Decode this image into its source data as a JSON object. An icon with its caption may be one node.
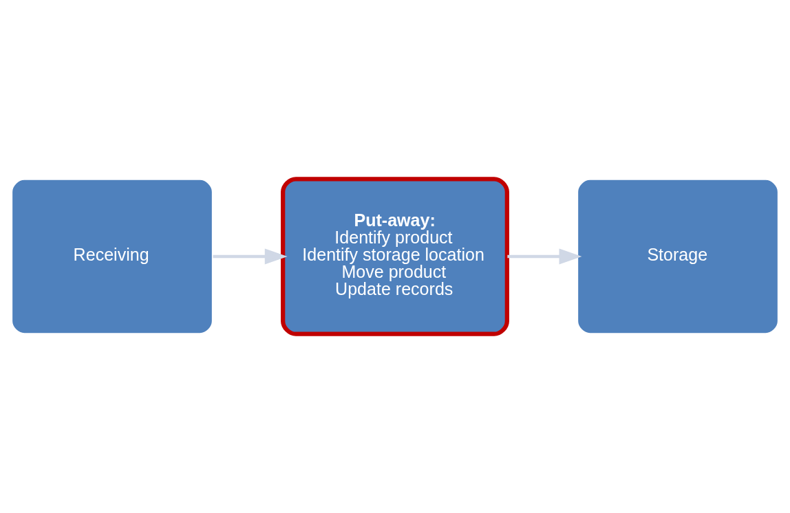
{
  "diagram": {
    "nodes": [
      {
        "text": [
          "Receiving"
        ]
      },
      {
        "text": [
          "Put-away:",
          "Identify product",
          "Identify storage location",
          "Move product",
          "Update records"
        ]
      },
      {
        "text": [
          "Storage"
        ]
      }
    ],
    "edges": [
      {
        "from": 0,
        "to": 1,
        "arrow": "to",
        "color": "#d0d8e6"
      },
      {
        "from": 1,
        "to": 2,
        "arrow": "to",
        "color": "#d0d8e6"
      }
    ]
  }
}
